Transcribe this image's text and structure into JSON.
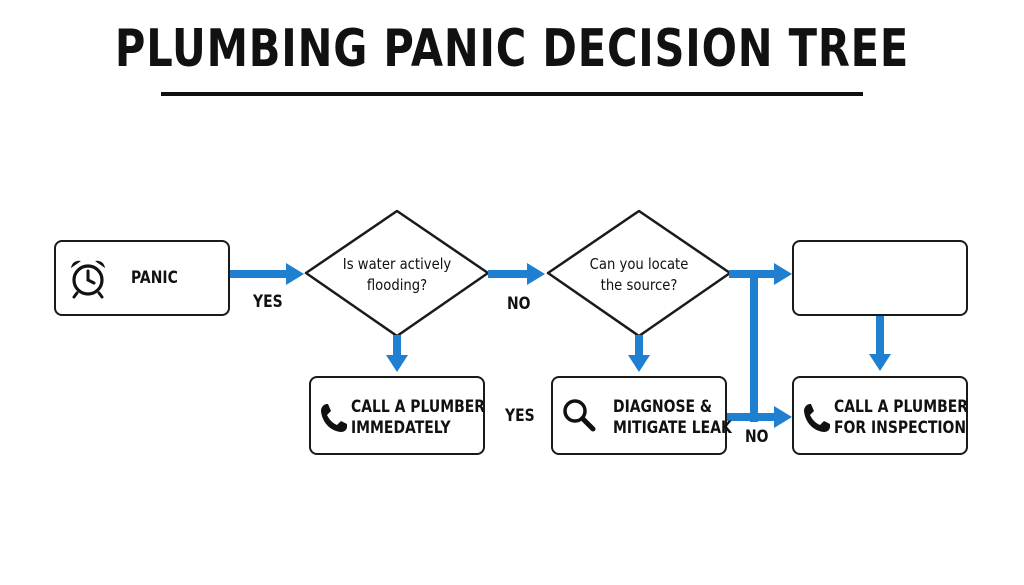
{
  "title": "PLUMBING PANIC DECISION TREE",
  "nodes": {
    "panic": {
      "label": "PANIC",
      "icon": "alarm-clock-icon"
    },
    "q_flooding": {
      "line1": "Is water actively",
      "line2": "flooding?"
    },
    "q_locate": {
      "line1": "Can you locate",
      "line2": "the source?"
    },
    "empty_box": {
      "label": ""
    },
    "call_immediately": {
      "line1": "CALL A PLUMBER",
      "line2": "IMMEDATELY",
      "icon": "phone-icon"
    },
    "diagnose": {
      "line1": "DIAGNOSE &",
      "line2": "MITIGATE LEAK",
      "icon": "magnifier-icon"
    },
    "call_inspection": {
      "line1": "CALL A PLUMBER",
      "line2": "FOR INSPECTION",
      "icon": "phone-icon"
    }
  },
  "edges": {
    "panic_to_flooding": "YES",
    "flooding_to_locate": "NO",
    "call_to_diagnose": "YES",
    "diagnose_to_inspection": "NO"
  },
  "colors": {
    "arrow": "#1f7fd1",
    "stroke": "#1a1a1a",
    "text": "#111111"
  }
}
